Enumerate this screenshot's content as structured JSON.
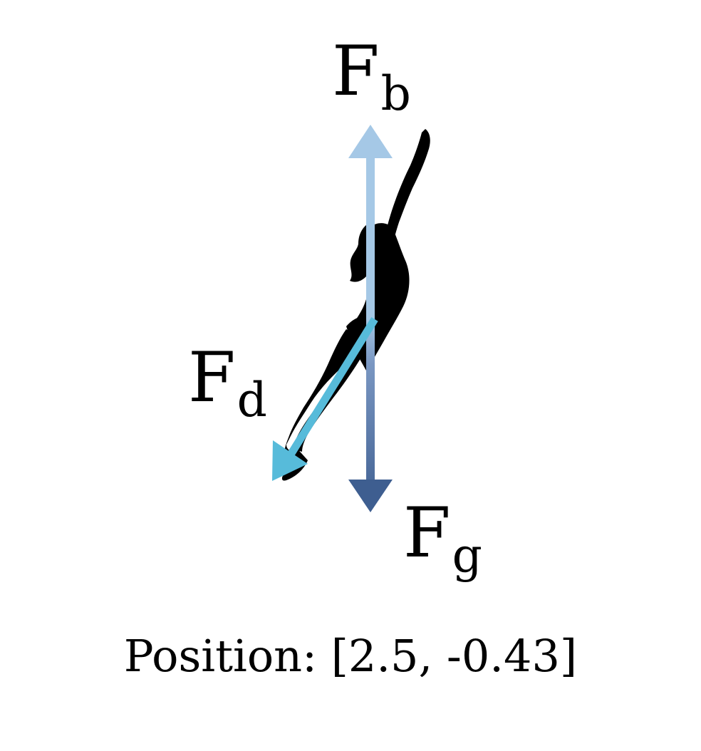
{
  "forces": {
    "buoyancy": {
      "symbol": "F",
      "subscript": "b",
      "color": "#A5C8E6"
    },
    "drag": {
      "symbol": "F",
      "subscript": "d",
      "color": "#57BBDA"
    },
    "gravity": {
      "symbol": "F",
      "subscript": "g",
      "color": "#3E5E90"
    }
  },
  "caption": {
    "label": "Position:",
    "value": "[2.5, -0.43]"
  },
  "figure": {
    "icon": "diver-silhouette-icon",
    "silhouette_color": "#000000"
  }
}
